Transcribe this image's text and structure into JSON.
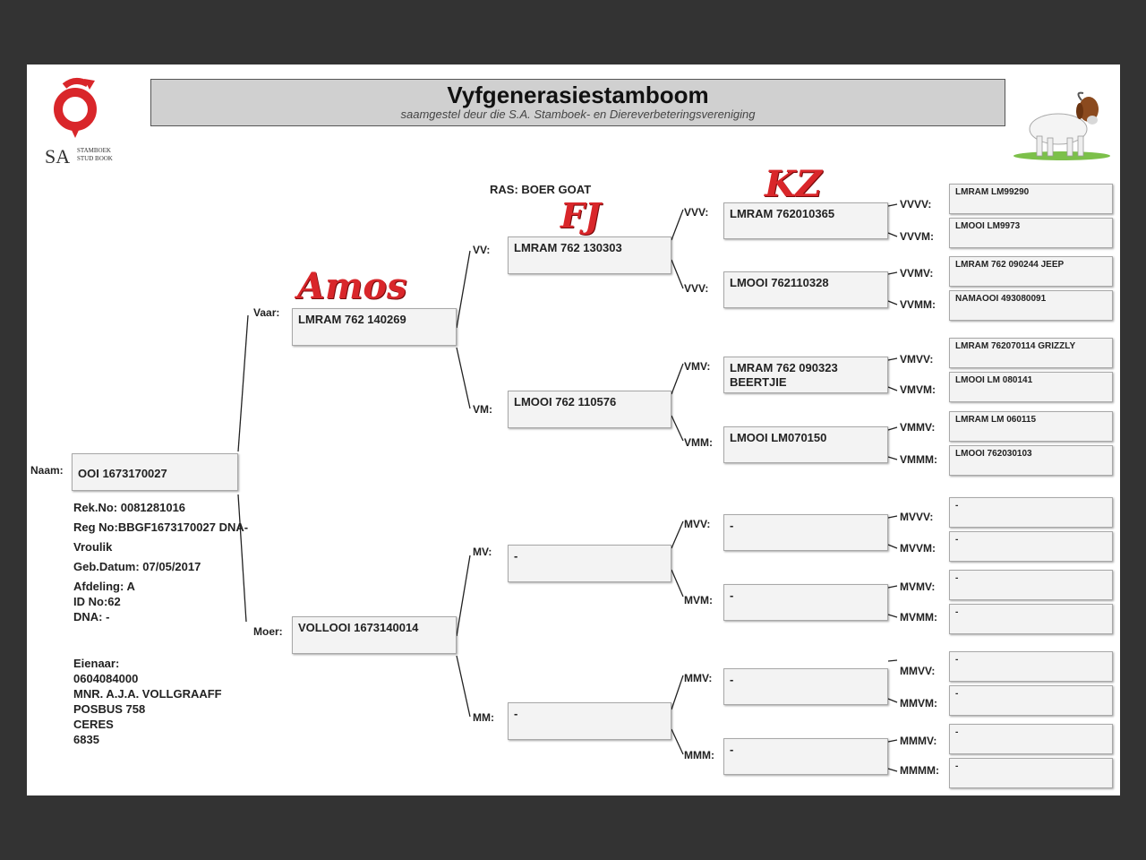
{
  "header": {
    "title": "Vyfgenerasiestamboom",
    "subtitle": "saamgestel deur die S.A. Stamboek- en Diereverbeteringsvereniging",
    "logo_text_big": "SA",
    "logo_text_top": "STAMBOEK",
    "logo_text_bottom": "STUD BOOK",
    "logo_color": "#d9262a"
  },
  "breed": "RAS: BOER GOAT",
  "nicknames": {
    "vaar": "Amos",
    "vv": "FJ",
    "vvv": "KZ"
  },
  "animal": {
    "label": "Naam:",
    "name": "OOI 1673170027",
    "rek_no": "Rek.No: 0081281016",
    "reg_no": "Reg No:BBGF1673170027 DNA-",
    "sex": "Vroulik",
    "birth": "Geb.Datum: 07/05/2017",
    "afdeling": "Afdeling: A",
    "id_no": "ID No:62",
    "dna": "DNA: -"
  },
  "owner": {
    "label": "Eienaar:",
    "phone": "0604084000",
    "name": "MNR. A.J.A. VOLLGRAAFF",
    "address1": "POSBUS 758",
    "address2": "CERES",
    "postcode": "6835"
  },
  "gen1": {
    "vaar": {
      "label": "Vaar:",
      "value": "LMRAM 762 140269"
    },
    "moer": {
      "label": "Moer:",
      "value": "VOLLOOI 1673140014"
    }
  },
  "gen2": {
    "vv": {
      "label": "VV:",
      "value": "LMRAM 762 130303"
    },
    "vm": {
      "label": "VM:",
      "value": "LMOOI 762 110576"
    },
    "mv": {
      "label": "MV:",
      "value": "-"
    },
    "mm": {
      "label": "MM:",
      "value": "-"
    }
  },
  "gen3": {
    "vvv": {
      "label": "VVV:",
      "value": "LMRAM 762010365"
    },
    "vvm": {
      "label": "VVV:",
      "value": "LMOOI 762110328"
    },
    "vmv": {
      "label": "VMV:",
      "value": "LMRAM 762 090323 BEERTJIE"
    },
    "vmm": {
      "label": "VMM:",
      "value": "LMOOI LM070150"
    },
    "mvv": {
      "label": "MVV:",
      "value": "-"
    },
    "mvm": {
      "label": "MVM:",
      "value": "-"
    },
    "mmv": {
      "label": "MMV:",
      "value": "-"
    },
    "mmm": {
      "label": "MMM:",
      "value": "-"
    }
  },
  "gen4": [
    {
      "label": "VVVV:",
      "value": "LMRAM LM99290"
    },
    {
      "label": "VVVM:",
      "value": "LMOOI LM9973"
    },
    {
      "label": "VVMV:",
      "value": "LMRAM 762 090244 JEEP"
    },
    {
      "label": "VVMM:",
      "value": "NAMAOOI 493080091"
    },
    {
      "label": "VMVV:",
      "value": "LMRAM 762070114 GRIZZLY"
    },
    {
      "label": "VMVM:",
      "value": "LMOOI LM 080141"
    },
    {
      "label": "VMMV:",
      "value": "LMRAM LM 060115"
    },
    {
      "label": "VMMM:",
      "value": "LMOOI 762030103"
    },
    {
      "label": "MVVV:",
      "value": "-"
    },
    {
      "label": "MVVM:",
      "value": "-"
    },
    {
      "label": "MVMV:",
      "value": "-"
    },
    {
      "label": "MVMM:",
      "value": "-"
    },
    {
      "label": "MMVV:",
      "value": "-"
    },
    {
      "label": "MMVM:",
      "value": "-"
    },
    {
      "label": "MMMV:",
      "value": "-"
    },
    {
      "label": "MMMM:",
      "value": "-"
    }
  ]
}
